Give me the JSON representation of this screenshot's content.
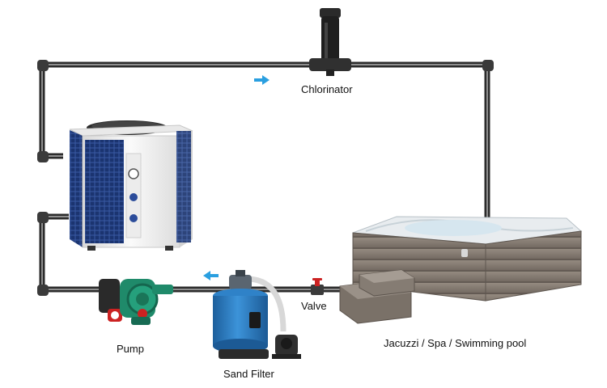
{
  "components": {
    "chlorinator": {
      "label": "Chlorinator"
    },
    "valve": {
      "label": "Valve"
    },
    "pump": {
      "label": "Pump"
    },
    "sand_filter": {
      "label": "Sand Filter"
    },
    "pool": {
      "label": "Jacuzzi / Spa / Swimming pool"
    },
    "heat_pump": {
      "label": ""
    }
  },
  "flow_arrows": [
    {
      "direction": "right",
      "color": "#2a9fe0"
    },
    {
      "direction": "left",
      "color": "#2a9fe0"
    }
  ],
  "colors": {
    "pipe": "#2b2b2b",
    "pipe_highlight": "#f2f2f2",
    "heat_pump_body": "#f3f3f3",
    "heat_pump_grille": "#1f3a7a",
    "pump_body": "#1f8a6a",
    "pump_motor": "#cc2222",
    "sand_filter_tank": "#2e7ec4",
    "spa_shell": "#8a7f76",
    "spa_acrylic": "#e8ecef",
    "arrow": "#2a9fe0"
  }
}
